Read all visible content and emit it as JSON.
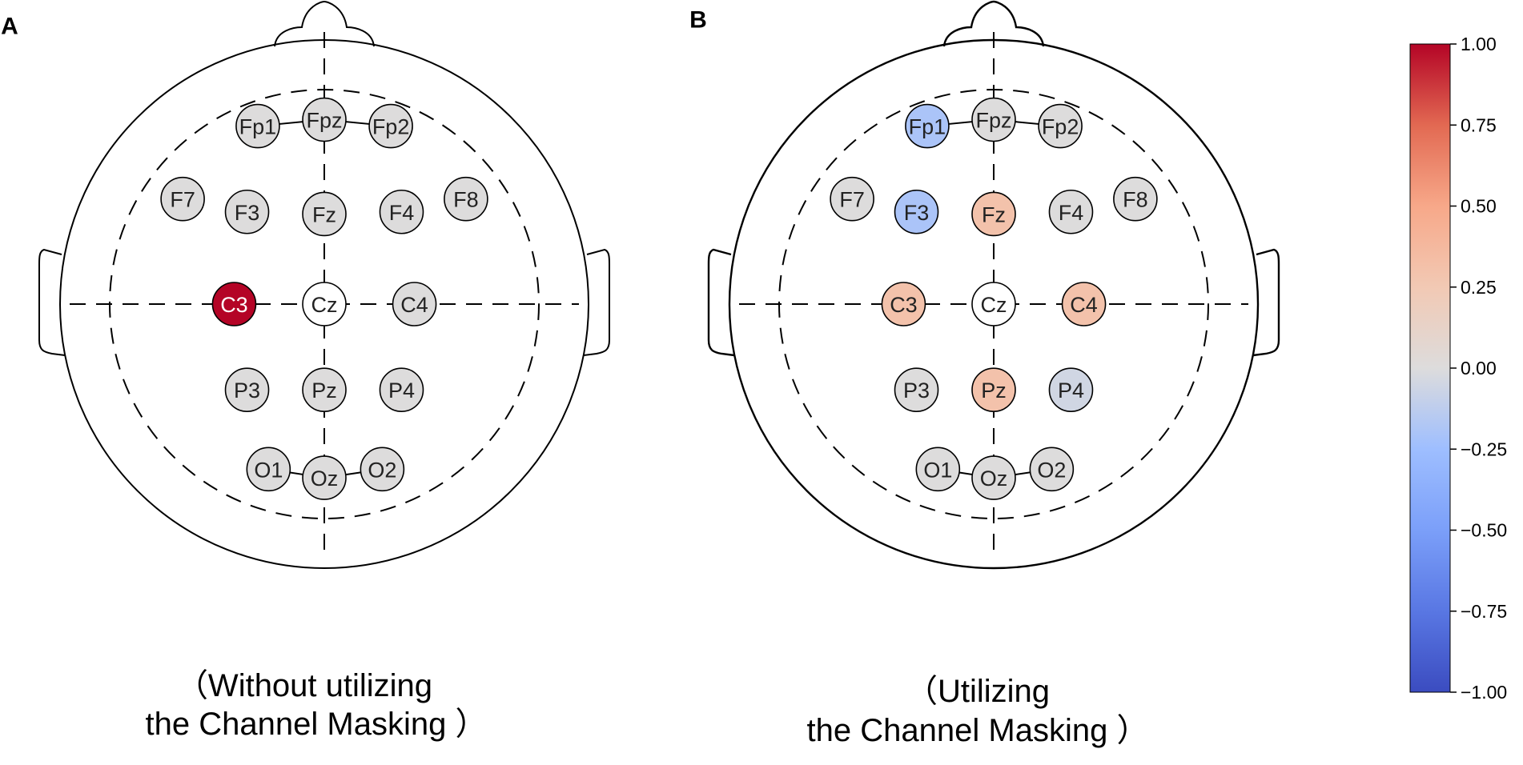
{
  "figure": {
    "panels": [
      {
        "id": "A",
        "letter": "A",
        "caption_line1": "（Without utilizing",
        "caption_line2": "the Channel Masking ）",
        "electrodes": [
          {
            "name": "Fp1",
            "value": 0.0
          },
          {
            "name": "Fpz",
            "value": 0.0
          },
          {
            "name": "Fp2",
            "value": 0.0
          },
          {
            "name": "F7",
            "value": 0.0
          },
          {
            "name": "F3",
            "value": 0.0
          },
          {
            "name": "Fz",
            "value": 0.0
          },
          {
            "name": "F4",
            "value": 0.0
          },
          {
            "name": "F8",
            "value": 0.0
          },
          {
            "name": "C3",
            "value": 1.0
          },
          {
            "name": "Cz",
            "value": null
          },
          {
            "name": "C4",
            "value": 0.0
          },
          {
            "name": "P3",
            "value": 0.0
          },
          {
            "name": "Pz",
            "value": 0.0
          },
          {
            "name": "P4",
            "value": 0.0
          },
          {
            "name": "O1",
            "value": 0.0
          },
          {
            "name": "Oz",
            "value": 0.0
          },
          {
            "name": "O2",
            "value": 0.0
          }
        ]
      },
      {
        "id": "B",
        "letter": "B",
        "caption_line1": "（Utilizing",
        "caption_line2": "the Channel Masking ）",
        "electrodes": [
          {
            "name": "Fp1",
            "value": -0.2
          },
          {
            "name": "Fpz",
            "value": 0.0
          },
          {
            "name": "Fp2",
            "value": 0.0
          },
          {
            "name": "F7",
            "value": 0.0
          },
          {
            "name": "F3",
            "value": -0.2
          },
          {
            "name": "Fz",
            "value": 0.3
          },
          {
            "name": "F4",
            "value": 0.0
          },
          {
            "name": "F8",
            "value": 0.0
          },
          {
            "name": "C3",
            "value": 0.3
          },
          {
            "name": "Cz",
            "value": null
          },
          {
            "name": "C4",
            "value": 0.3
          },
          {
            "name": "P3",
            "value": 0.0
          },
          {
            "name": "Pz",
            "value": 0.3
          },
          {
            "name": "P4",
            "value": -0.05
          },
          {
            "name": "O1",
            "value": 0.0
          },
          {
            "name": "Oz",
            "value": 0.0
          },
          {
            "name": "O2",
            "value": 0.0
          }
        ]
      }
    ]
  },
  "colorbar": {
    "colormap": "coolwarm",
    "range": [
      -1.0,
      1.0
    ],
    "ticks": [
      "1.00",
      "0.75",
      "0.50",
      "0.25",
      "0.00",
      "−0.25",
      "−0.50",
      "−0.75",
      "−1.00"
    ]
  },
  "colors": {
    "neutral_electrode": "#dcdcdc",
    "reference_electrode": "#ffffff",
    "outline": "#000000"
  }
}
